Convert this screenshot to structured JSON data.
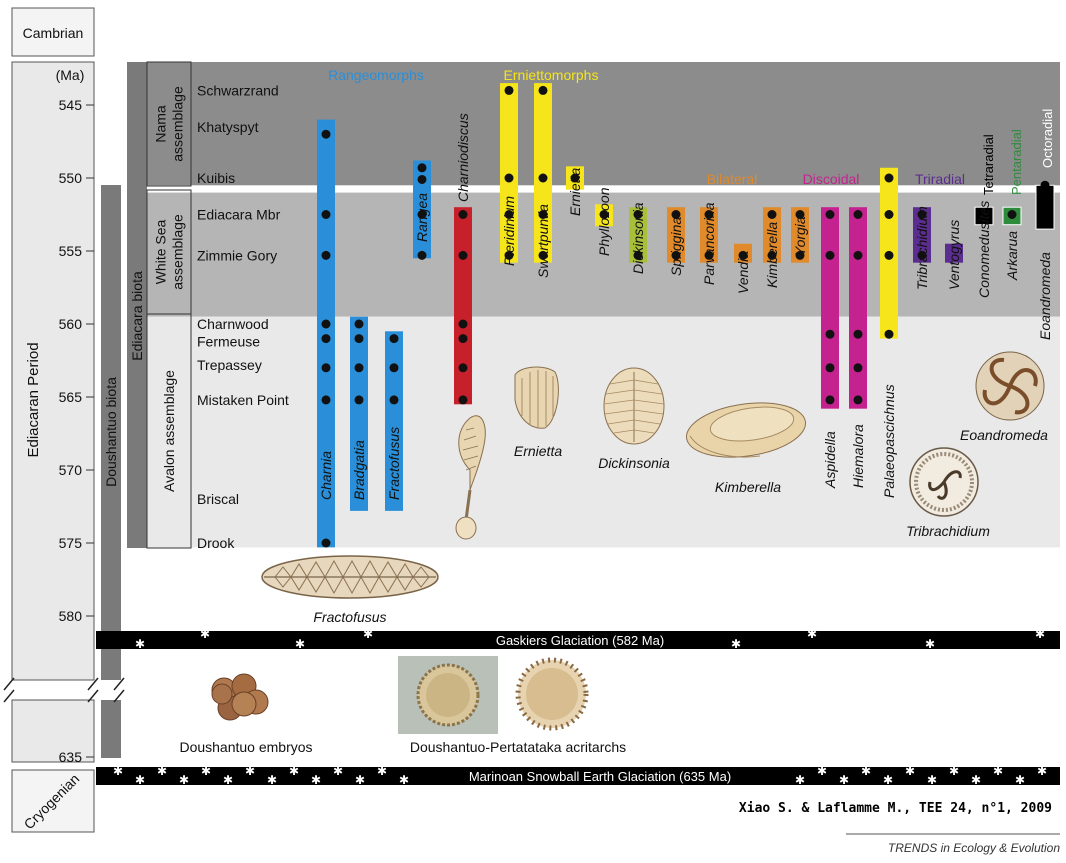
{
  "periods": {
    "cambrian": "Cambrian",
    "ediacaran": "Ediacaran Period",
    "cryogenian": "Cryogenian"
  },
  "axis": {
    "unit": "(Ma)",
    "ticks": [
      "545",
      "550",
      "555",
      "560",
      "565",
      "570",
      "575",
      "580",
      "635"
    ]
  },
  "biotas": {
    "doushantuo": "Doushantuo biota",
    "ediacara": "Ediacara biota"
  },
  "assemblages": [
    {
      "name": "Nama assemblage",
      "lines": [
        "Nama",
        "assemblage"
      ],
      "from": 543,
      "to": 550.5,
      "color": "#8c8c8c"
    },
    {
      "name": "White Sea assemblage",
      "lines": [
        "White Sea",
        "assemblage"
      ],
      "from": 551,
      "to": 559.5,
      "color": "#b5b5b5"
    },
    {
      "name": "Avalon assemblage",
      "lines": [
        "Avalon assemblage"
      ],
      "from": 559.5,
      "to": 575.3,
      "color": "#e9e9e9"
    }
  ],
  "formations": [
    {
      "name": "Schwarzrand",
      "age": 544
    },
    {
      "name": "Khatyspyt",
      "age": 546.5
    },
    {
      "name": "Kuibis",
      "age": 550
    },
    {
      "name": "Ediacara Mbr",
      "age": 552.5
    },
    {
      "name": "Zimmie Gory",
      "age": 555.3
    },
    {
      "name": "Charnwood",
      "age": 560
    },
    {
      "name": "Fermeuse",
      "age": 561.2
    },
    {
      "name": "Trepassey",
      "age": 562.8
    },
    {
      "name": "Mistaken Point",
      "age": 565.2
    },
    {
      "name": "Briscal",
      "age": 572
    },
    {
      "name": "Drook",
      "age": 575
    }
  ],
  "groups": [
    {
      "name": "Rangeomorphs",
      "color": "#2a8fd8"
    },
    {
      "name": "Erniettomorphs",
      "color": "#f5e51a"
    },
    {
      "name": "Bilateral",
      "color": "#e08a2b"
    },
    {
      "name": "Discoidal",
      "color": "#c4238f"
    },
    {
      "name": "Triradial",
      "color": "#5b2d8e"
    },
    {
      "name": "Tetraradial",
      "color": "#000000"
    },
    {
      "name": "Pentaradial",
      "color": "#2e8b3c"
    },
    {
      "name": "Octoradial",
      "color": "#ffffff"
    }
  ],
  "taxa": [
    {
      "name": "Charnia",
      "color": "#2a8fd8",
      "range": [
        546,
        575.3
      ],
      "dots": [
        547,
        552.5,
        555.3,
        560,
        561,
        563,
        565.2,
        575
      ]
    },
    {
      "name": "Bradgatia",
      "color": "#2a8fd8",
      "range": [
        559.5,
        572.8
      ],
      "dots": [
        560,
        561,
        563,
        565.2
      ]
    },
    {
      "name": "Fractofusus",
      "color": "#2a8fd8",
      "range": [
        560.5,
        572.8
      ],
      "dots": [
        561,
        563,
        565.2
      ]
    },
    {
      "name": "Rangea",
      "color": "#2a8fd8",
      "range": [
        548.8,
        555.5
      ],
      "dots": [
        549.3,
        550.1,
        552.5,
        555.3
      ]
    },
    {
      "name": "Charniodiscus",
      "color": "#c8202a",
      "range": [
        552,
        565.5
      ],
      "dots": [
        552.5,
        555.3,
        560,
        561,
        563,
        565.2
      ]
    },
    {
      "name": "Pteridinium",
      "color": "#f5e51a",
      "range": [
        543.5,
        555.8
      ],
      "dots": [
        544,
        550,
        552.5,
        555.3
      ]
    },
    {
      "name": "Swartpuntia",
      "color": "#f5e51a",
      "range": [
        543.5,
        555.8
      ],
      "dots": [
        544,
        550,
        552.5,
        555.3
      ]
    },
    {
      "name": "Ernietta",
      "color": "#f5e51a",
      "range": [
        549.2,
        550.8
      ],
      "dots": [
        550
      ]
    },
    {
      "name": "Phyllozoon",
      "color": "#f5e51a",
      "range": [
        551.8,
        553.3
      ],
      "dots": [
        552.5
      ]
    },
    {
      "name": "Dickinsonia",
      "color": "#a8bf3a",
      "range": [
        552,
        555.8
      ],
      "dots": [
        552.5,
        555.3
      ]
    },
    {
      "name": "Spriggina",
      "color": "#e08a2b",
      "range": [
        552,
        555.8
      ],
      "dots": [
        552.5,
        555.3
      ]
    },
    {
      "name": "Parvancorina",
      "color": "#e08a2b",
      "range": [
        552,
        555.8
      ],
      "dots": [
        552.5,
        555.3
      ]
    },
    {
      "name": "Vendia",
      "color": "#e08a2b",
      "range": [
        554.5,
        555.8
      ],
      "dots": [
        555.3
      ]
    },
    {
      "name": "Kimberella",
      "color": "#e08a2b",
      "range": [
        552,
        555.8
      ],
      "dots": [
        552.5,
        555.3
      ]
    },
    {
      "name": "Yorgia",
      "color": "#e08a2b",
      "range": [
        552,
        555.8
      ],
      "dots": [
        552.5,
        555.3
      ]
    },
    {
      "name": "Aspidella",
      "color": "#c4238f",
      "range": [
        552,
        565.8
      ],
      "dots": [
        552.5,
        555.3,
        560.7,
        563,
        565.2
      ]
    },
    {
      "name": "Hiemalora",
      "color": "#c4238f",
      "range": [
        552,
        565.8
      ],
      "dots": [
        552.5,
        555.3,
        560.7,
        563,
        565.2
      ]
    },
    {
      "name": "Palaeopascichnus",
      "color": "#f5e51a",
      "range": [
        549.3,
        561
      ],
      "dots": [
        550,
        552.5,
        555.3,
        560.7
      ]
    },
    {
      "name": "Tribrachidium",
      "color": "#5b2d8e",
      "range": [
        552,
        555.8
      ],
      "dots": [
        552.5,
        555.3
      ]
    },
    {
      "name": "Ventogyrus",
      "color": "#5b2d8e",
      "range": [
        554.5,
        555.8
      ],
      "dots": []
    },
    {
      "name": "Conomedusites",
      "color": "#000000",
      "range": [
        552,
        553.2
      ],
      "dots": [
        552.5
      ]
    },
    {
      "name": "Arkarua",
      "color": "#2e8b3c",
      "range": [
        552,
        553.2
      ],
      "dots": [
        552.5
      ]
    },
    {
      "name": "Eoandromeda",
      "color": "#000000",
      "range": [
        550.5,
        553.5
      ],
      "dots": [
        550.5,
        552.5
      ]
    }
  ],
  "illustrations": {
    "fractofusus": "Fractofusus",
    "ernietta": "Ernietta",
    "dickinsonia": "Dickinsonia",
    "kimberella": "Kimberella",
    "eoandromeda": "Eoandromeda",
    "tribrachidium": "Tribrachidium",
    "embryos": "Doushantuo embryos",
    "acritarchs": "Doushantuo-Pertatataka acritarchs"
  },
  "glaciations": {
    "gaskiers": "Gaskiers Glaciation (582 Ma)",
    "marinoan": "Marinoan Snowball Earth Glaciation (635 Ma)"
  },
  "credits": {
    "citation": "Xiao S. & Laflamme M., TEE 24, n°1, 2009",
    "journal": "TRENDS in Ecology & Evolution"
  }
}
